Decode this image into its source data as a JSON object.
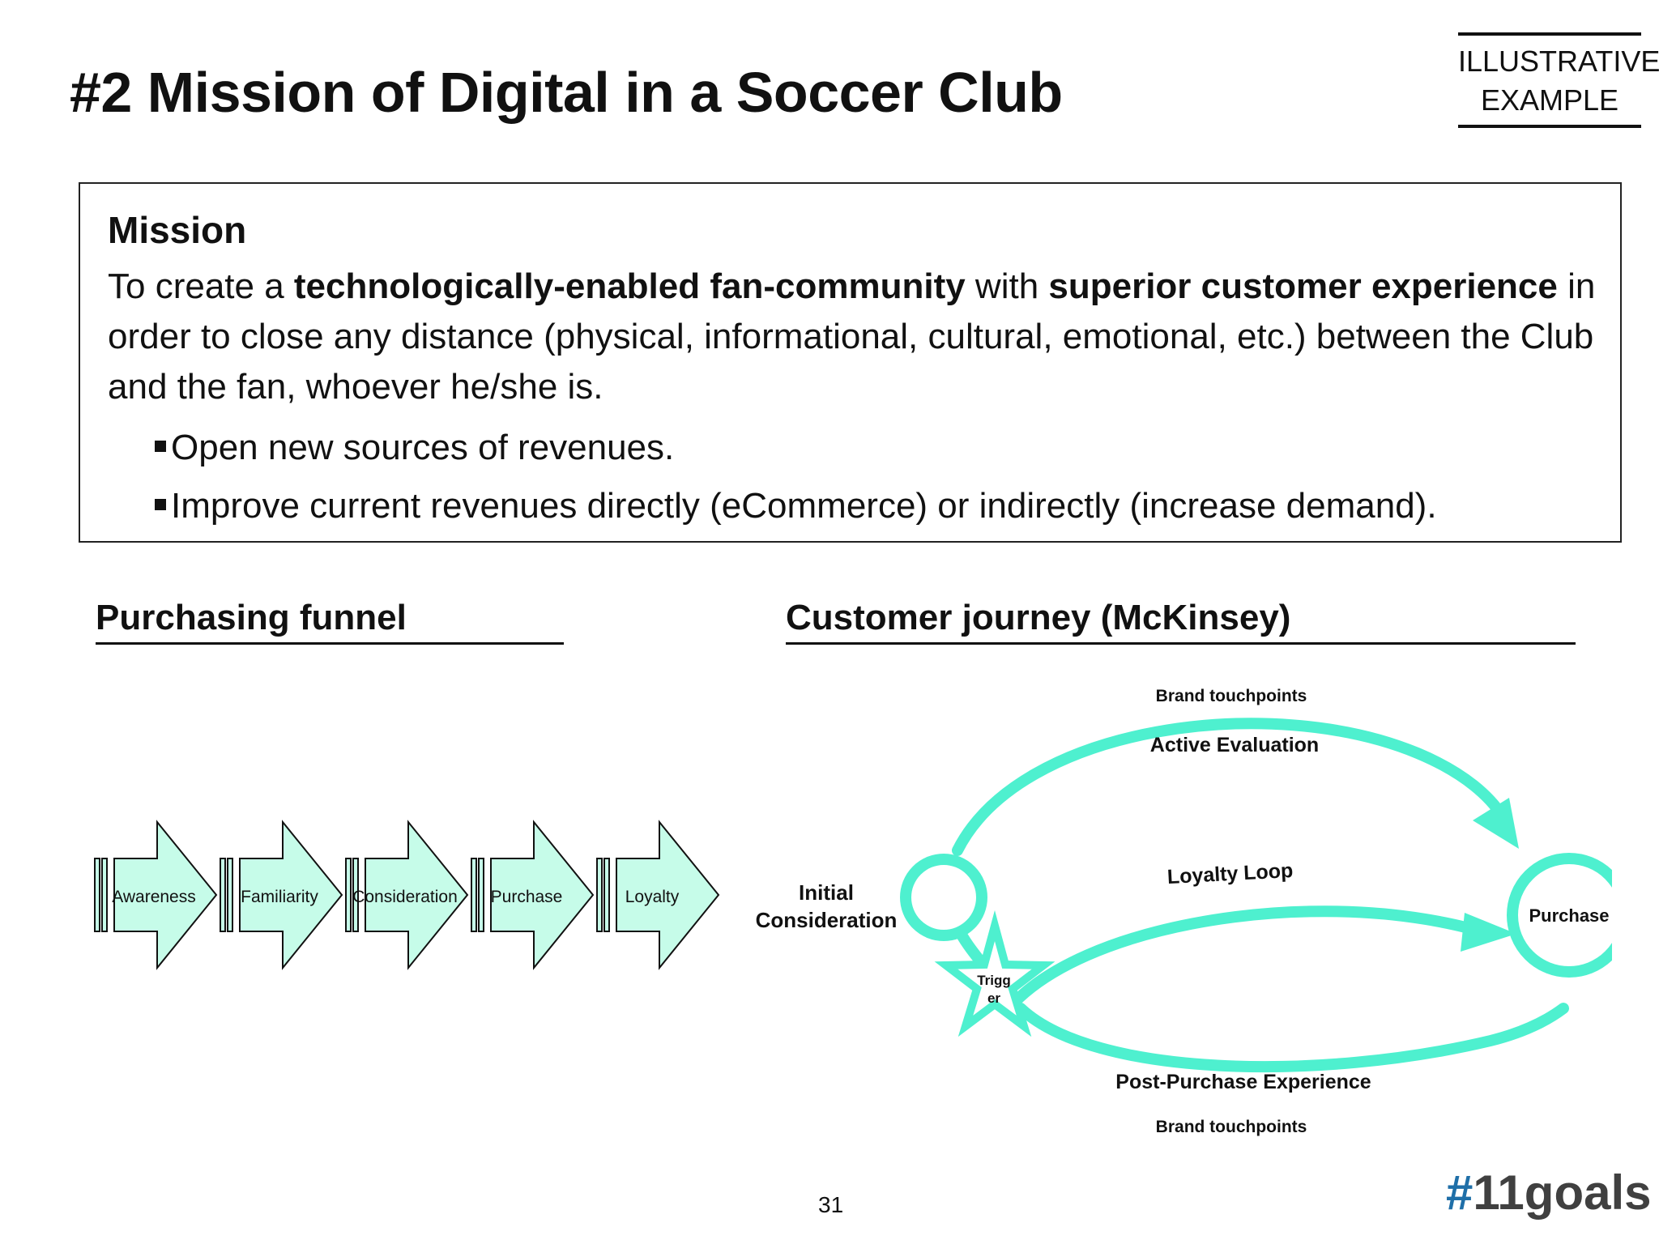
{
  "title": "#2 Mission of Digital in a Soccer Club",
  "tag": {
    "line1": "ILLUSTRATIVE",
    "line2": "EXAMPLE"
  },
  "mission": {
    "heading": "Mission",
    "text_part1": "To create a ",
    "text_bold1": "technologically-enabled fan-community",
    "text_part2": " with ",
    "text_bold2": "superior customer experience",
    "text_part3": " in order to close any distance (physical, informational, cultural, emotional, etc.) between the Club and the fan, whoever he/she is.",
    "bullets": [
      "Open new sources of revenues.",
      "Improve current revenues directly (eCommerce) or indirectly (increase demand)."
    ]
  },
  "funnel": {
    "heading": "Purchasing funnel",
    "stages": [
      "Awareness",
      "Familiarity",
      "Consideration",
      "Purchase",
      "Loyalty"
    ]
  },
  "journey": {
    "heading": "Customer journey (McKinsey)",
    "brand_top": "Brand touchpoints",
    "active_evaluation": "Active Evaluation",
    "loyalty_loop": "Loyalty Loop",
    "initial_line1": "Initial",
    "initial_line2": "Consideration",
    "purchase": "Purchase",
    "trigger_line1": "Trigg",
    "trigger_line2": "er",
    "post_purchase": "Post-Purchase Experience",
    "brand_bottom": "Brand touchpoints"
  },
  "page_number": "31",
  "logo": {
    "hash": "#",
    "word": "11goals"
  },
  "colors": {
    "accent": "#4ef0cf",
    "funnel_fill": "#c6fce9",
    "logo_hash": "#1f6fa8"
  }
}
